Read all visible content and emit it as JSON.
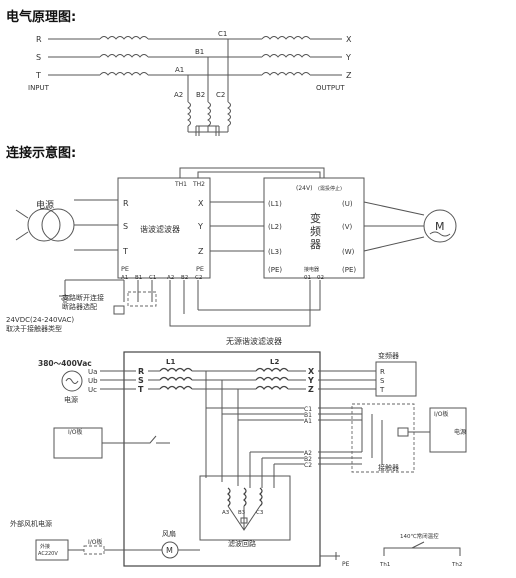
{
  "section1_title": "电气原理图:",
  "section2_title": "连接示意图:",
  "schematic": {
    "lines": [
      "R",
      "S",
      "T"
    ],
    "outputs": [
      "X",
      "Y",
      "Z"
    ],
    "taps_top": [
      "C1",
      "B1",
      "A1"
    ],
    "taps_bottom": [
      "A2",
      "B2",
      "C2"
    ],
    "input": "INPUT",
    "output": "OUTPUT"
  },
  "connection": {
    "source_label": "电源",
    "filter_name": "谐波滤波器",
    "filter_inputs": [
      "R",
      "S",
      "T"
    ],
    "filter_outputs": [
      "X",
      "Y",
      "Z"
    ],
    "filter_pe_left": "PE",
    "filter_pe_right": "PE",
    "filter_bottom_terms": [
      "A1",
      "B1",
      "C1",
      "A2",
      "B2",
      "C2"
    ],
    "thermal_terms": [
      "TH1",
      "TH2"
    ],
    "inverter_name": "变\n频\n器",
    "inverter_top_note": "(24V)",
    "inverter_top_note2": "(需投停止)",
    "inverter_inputs": [
      "(L1)",
      "(L2)",
      "(L3)",
      "(PE)"
    ],
    "inverter_outputs": [
      "(U)",
      "(V)",
      "(W)",
      "(PE)"
    ],
    "inverter_bottom_label": "接电器",
    "inverter_bottom_terms": [
      "01",
      "02"
    ],
    "motor_label": "M",
    "note_breaker": "支路断开连接\n断路器选配",
    "note_contactor": "24VDC(24-240VAC)\n取决于接触器类型"
  },
  "detail": {
    "title": "无源谐波滤波器",
    "supply_voltage": "380～400Vac",
    "phases": [
      "Ua",
      "Ub",
      "Uc"
    ],
    "source_label": "电源",
    "reactor1": "L1",
    "reactor2": "L2",
    "inputs": [
      "R",
      "S",
      "T"
    ],
    "outputs": [
      "X",
      "Y",
      "Z"
    ],
    "inverter_label": "变频器",
    "inverter_terms": [
      "R",
      "S",
      "T"
    ],
    "taps_upper": [
      "C1",
      "B1",
      "A1"
    ],
    "taps_lower": [
      "A2",
      "B2",
      "C2"
    ],
    "io_board": "I/O板",
    "io_board_right": "I/O板",
    "power_right": "电源",
    "contactor_label": "接触器",
    "caps": [
      "A3",
      "B3",
      "C3"
    ],
    "filter_loop": "滤波回路",
    "fan_label": "风扇",
    "fan_motor": "M",
    "ext_fan_power": "外部风机电源",
    "ext_supply": "外接\nAC220V",
    "io_board_small": "I/O板",
    "thermal_note": "140℃常闭温控",
    "thermal_terms": [
      "Th1",
      "Th2"
    ],
    "pe": "PE"
  }
}
